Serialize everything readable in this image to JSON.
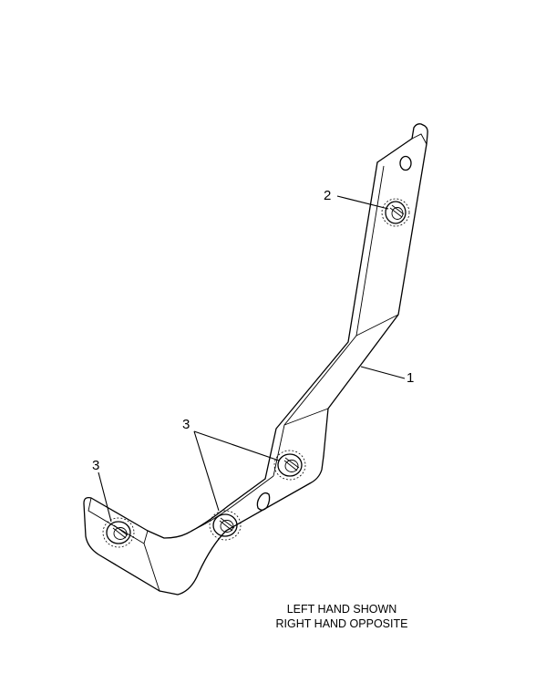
{
  "callouts": {
    "part_1": "1",
    "part_2": "2",
    "part_3_left": "3",
    "part_3_center": "3"
  },
  "note": {
    "line1": "LEFT HAND SHOWN",
    "line2": "RIGHT HAND OPPOSITE"
  }
}
